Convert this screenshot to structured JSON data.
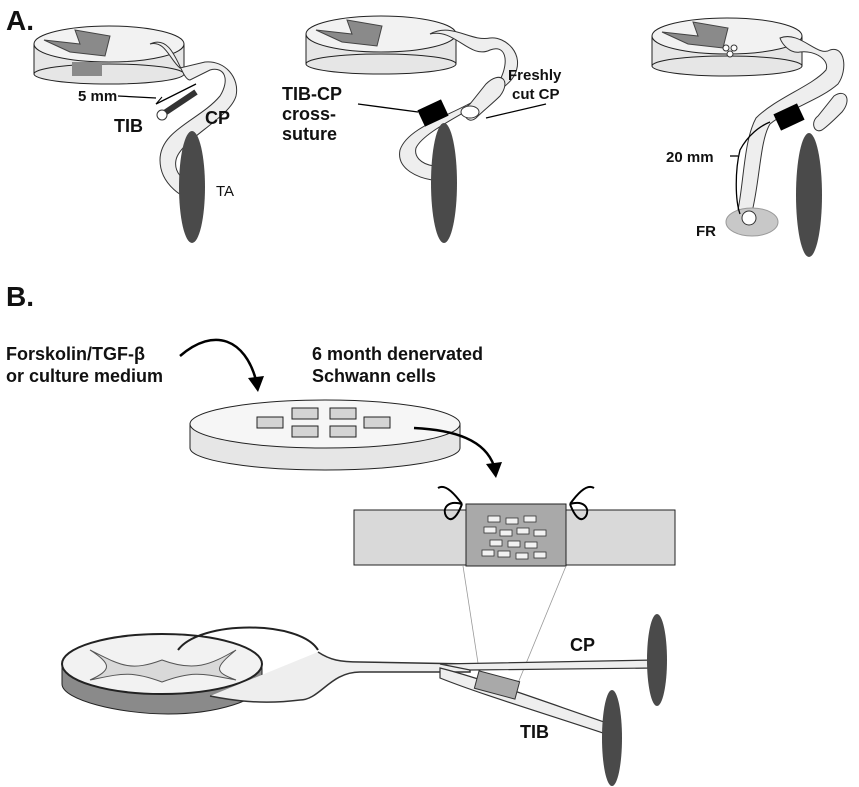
{
  "panel_a": {
    "label": "A.",
    "stage1": {
      "measure": "5 mm",
      "tib": "TIB",
      "cp": "CP",
      "ta": "TA"
    },
    "stage2": {
      "suture_line1": "TIB-CP",
      "suture_line2": "cross-",
      "suture_line3": "suture",
      "fresh_line1": "Freshly",
      "fresh_line2": "cut CP"
    },
    "stage3": {
      "measure": "20 mm",
      "fr": "FR"
    }
  },
  "panel_b": {
    "label": "B.",
    "treatment_line1": "Forskolin/TGF-β",
    "treatment_line2": "or culture medium",
    "cells_line1": "6 month denervated",
    "cells_line2": "Schwann cells",
    "cp": "CP",
    "tib": "TIB"
  },
  "colors": {
    "muscle": "#4a4a4a",
    "grey_matter": "#8a8a8a",
    "nerve_fill": "#eeeeee",
    "conduit": "#d9d9d9",
    "chamber": "#a9a9a9",
    "suture": "#000000"
  }
}
